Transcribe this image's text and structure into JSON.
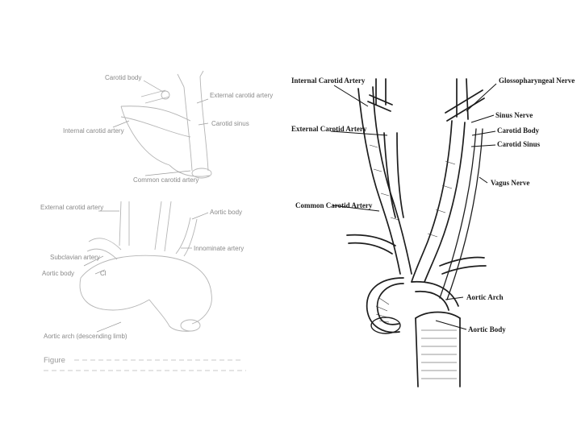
{
  "left_figure": {
    "top_labels": {
      "carotid_body": "Carotid body",
      "external_carotid": "External carotid artery",
      "carotid_sinus": "Carotid sinus",
      "internal_carotid": "Internal carotid artery",
      "common_carotid": "Common carotid artery"
    },
    "bottom_labels": {
      "external_carotid": "External carotid artery",
      "aortic_body": "Aortic body",
      "innominate": "Innominate artery",
      "subclavian": "Subclavian artery",
      "aortic_body_left": "Aortic body",
      "cl": "Cl",
      "aortic_arch": "Aortic arch (descending limb)"
    },
    "caption": "Figure"
  },
  "right_figure": {
    "labels": {
      "internal_carotid": "Internal Carotid Artery",
      "glossopharyngeal": "Glossopharyngeal Nerve",
      "sinus_nerve": "Sinus Nerve",
      "external_carotid": "External Carotid Artery",
      "carotid_body": "Carotid Body",
      "carotid_sinus": "Carotid Sinus",
      "vagus_nerve": "Vagus Nerve",
      "common_carotid": "Common Carotid Artery",
      "aortic_arch": "Aortic Arch",
      "aortic_body": "Aortic Body"
    }
  }
}
